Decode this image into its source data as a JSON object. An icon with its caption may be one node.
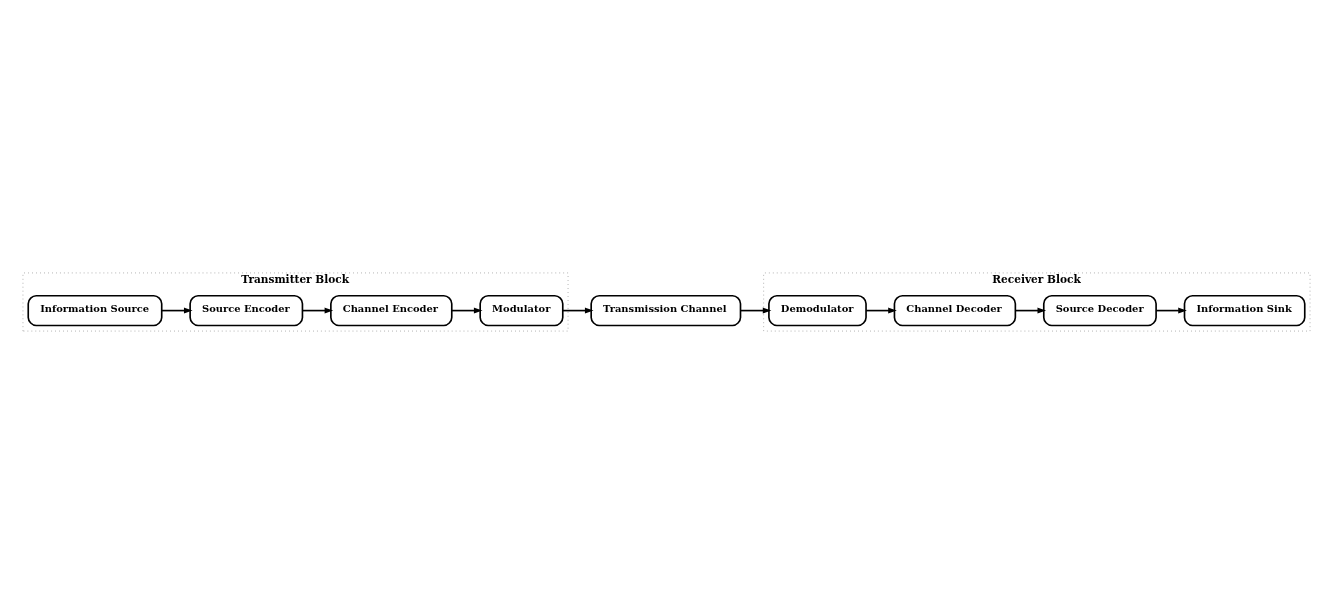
{
  "diagram": {
    "nodes": [
      {
        "text": [
          "Transmitter Block"
        ]
      },
      {
        "text": [
          "Information Source"
        ],
        "in": 0
      },
      {
        "text": [
          "Source Encoder"
        ],
        "in": 0
      },
      {
        "text": [
          "Channel Encoder"
        ],
        "in": 0
      },
      {
        "text": [
          "Modulator"
        ],
        "in": 0
      },
      {
        "text": [
          "Transmission Channel"
        ]
      },
      {
        "text": [
          "Receiver Block"
        ]
      },
      {
        "text": [
          "Information Sink"
        ],
        "in": 6
      },
      {
        "text": [
          "Source Decoder"
        ],
        "in": 6
      },
      {
        "text": [
          "Channel Decoder"
        ],
        "in": 6
      },
      {
        "text": [
          "Demodulator"
        ],
        "in": 6
      }
    ],
    "edges": [
      {
        "from": 1,
        "to": 2,
        "arrow": "to"
      },
      {
        "from": 2,
        "to": 3,
        "arrow": "to"
      },
      {
        "from": 3,
        "to": 4,
        "arrow": "to"
      },
      {
        "from": 4,
        "to": 5,
        "arrow": "to"
      },
      {
        "from": 5,
        "to": 10,
        "arrow": "to"
      },
      {
        "from": 10,
        "to": 9,
        "arrow": "to"
      },
      {
        "from": 9,
        "to": 8,
        "arrow": "to"
      },
      {
        "from": 8,
        "to": 7,
        "arrow": "to"
      }
    ]
  }
}
